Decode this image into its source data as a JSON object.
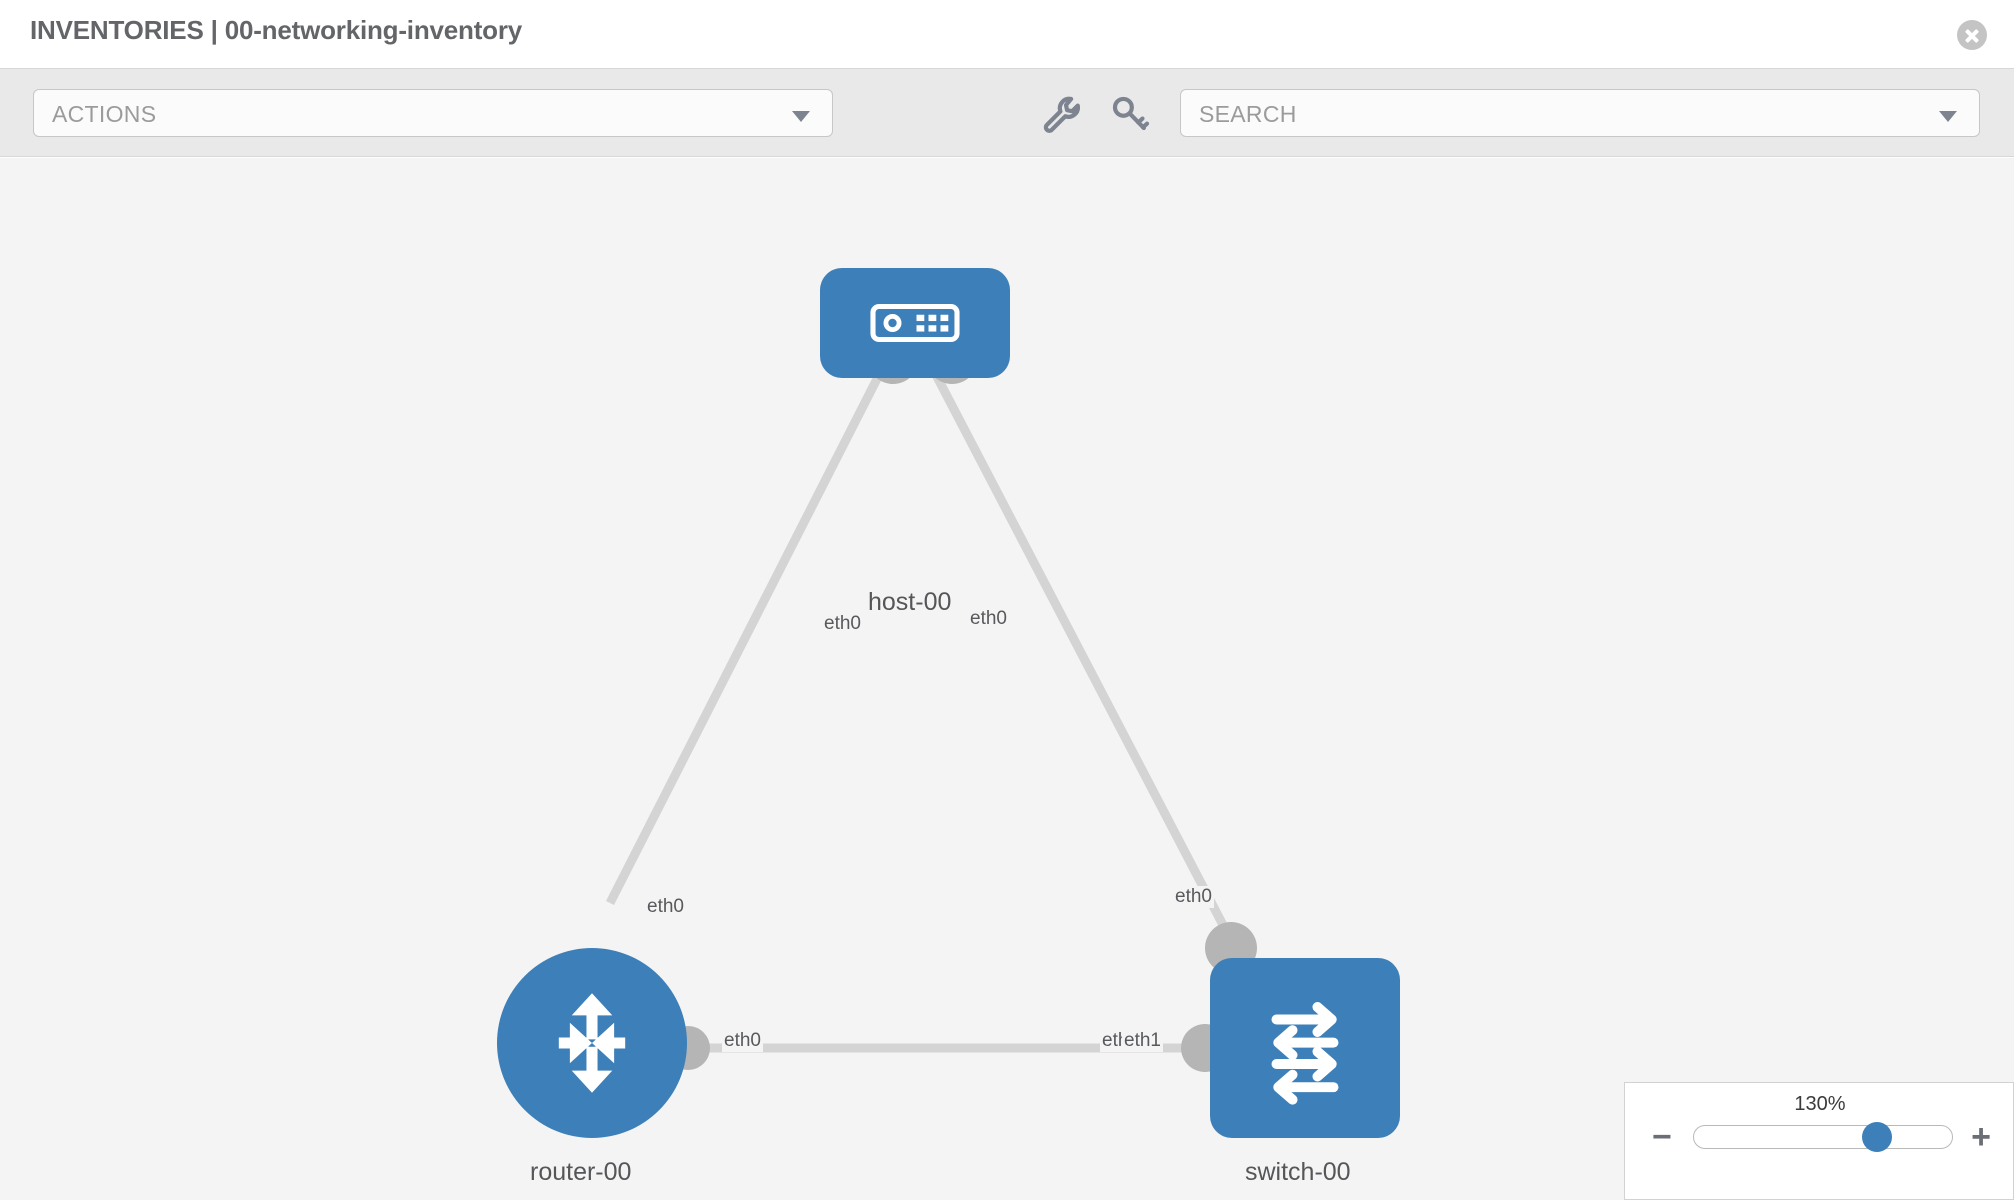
{
  "header": {
    "title": "INVENTORIES | 00-networking-inventory",
    "close_icon": "close-circle-icon"
  },
  "toolbar": {
    "actions_label": "ACTIONS",
    "actions_caret": "chevron-down-icon",
    "wrench_icon": "wrench-icon",
    "key_icon": "key-icon",
    "search_placeholder": "SEARCH",
    "search_value": "",
    "search_caret": "chevron-down-icon"
  },
  "topology": {
    "nodes": [
      {
        "id": "host-00",
        "label": "host-00",
        "type": "host",
        "icon": "server-icon"
      },
      {
        "id": "router-00",
        "label": "router-00",
        "type": "router",
        "icon": "router-arrows-icon"
      },
      {
        "id": "switch-00",
        "label": "switch-00",
        "type": "switch",
        "icon": "switch-arrows-icon"
      }
    ],
    "links": [
      {
        "from": "host-00",
        "from_iface": "eth0",
        "to": "router-00",
        "to_iface": "eth0"
      },
      {
        "from": "host-00",
        "from_iface": "eth0",
        "to": "switch-00",
        "to_iface": "eth0"
      },
      {
        "from": "router-00",
        "from_iface": "eth0",
        "to": "switch-00",
        "to_iface": "eth1"
      }
    ],
    "interface_labels": {
      "host_left": "eth0",
      "host_right": "eth0",
      "router_up": "eth0",
      "switch_up": "eth0",
      "router_right": "eth0",
      "switch_left_overlap": "eth",
      "switch_left": "eth1"
    }
  },
  "zoom": {
    "value": "130%",
    "minus_label": "−",
    "plus_label": "+"
  },
  "colors": {
    "node_blue": "#3d7fb8",
    "link_gray": "#d4d4d4",
    "socket_gray": "#b5b5b5",
    "canvas_bg": "#f4f4f4",
    "toolbar_bg": "#e9e9e9"
  }
}
